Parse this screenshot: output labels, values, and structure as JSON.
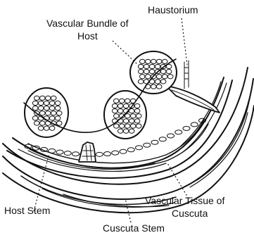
{
  "labels": {
    "haustorium": "Haustorium",
    "vascular_bundle_host_line1": "Vascular Bundle of",
    "vascular_bundle_host_line2": "Host",
    "host_stem": "Host Stem",
    "vascular_tissue_line1": "Vascular Tissue of",
    "vascular_tissue_line2": "Cuscuta",
    "cuscuta_stem": "Cuscuta Stem"
  },
  "colors": {
    "ink": "#111111",
    "background": "#ffffff"
  }
}
